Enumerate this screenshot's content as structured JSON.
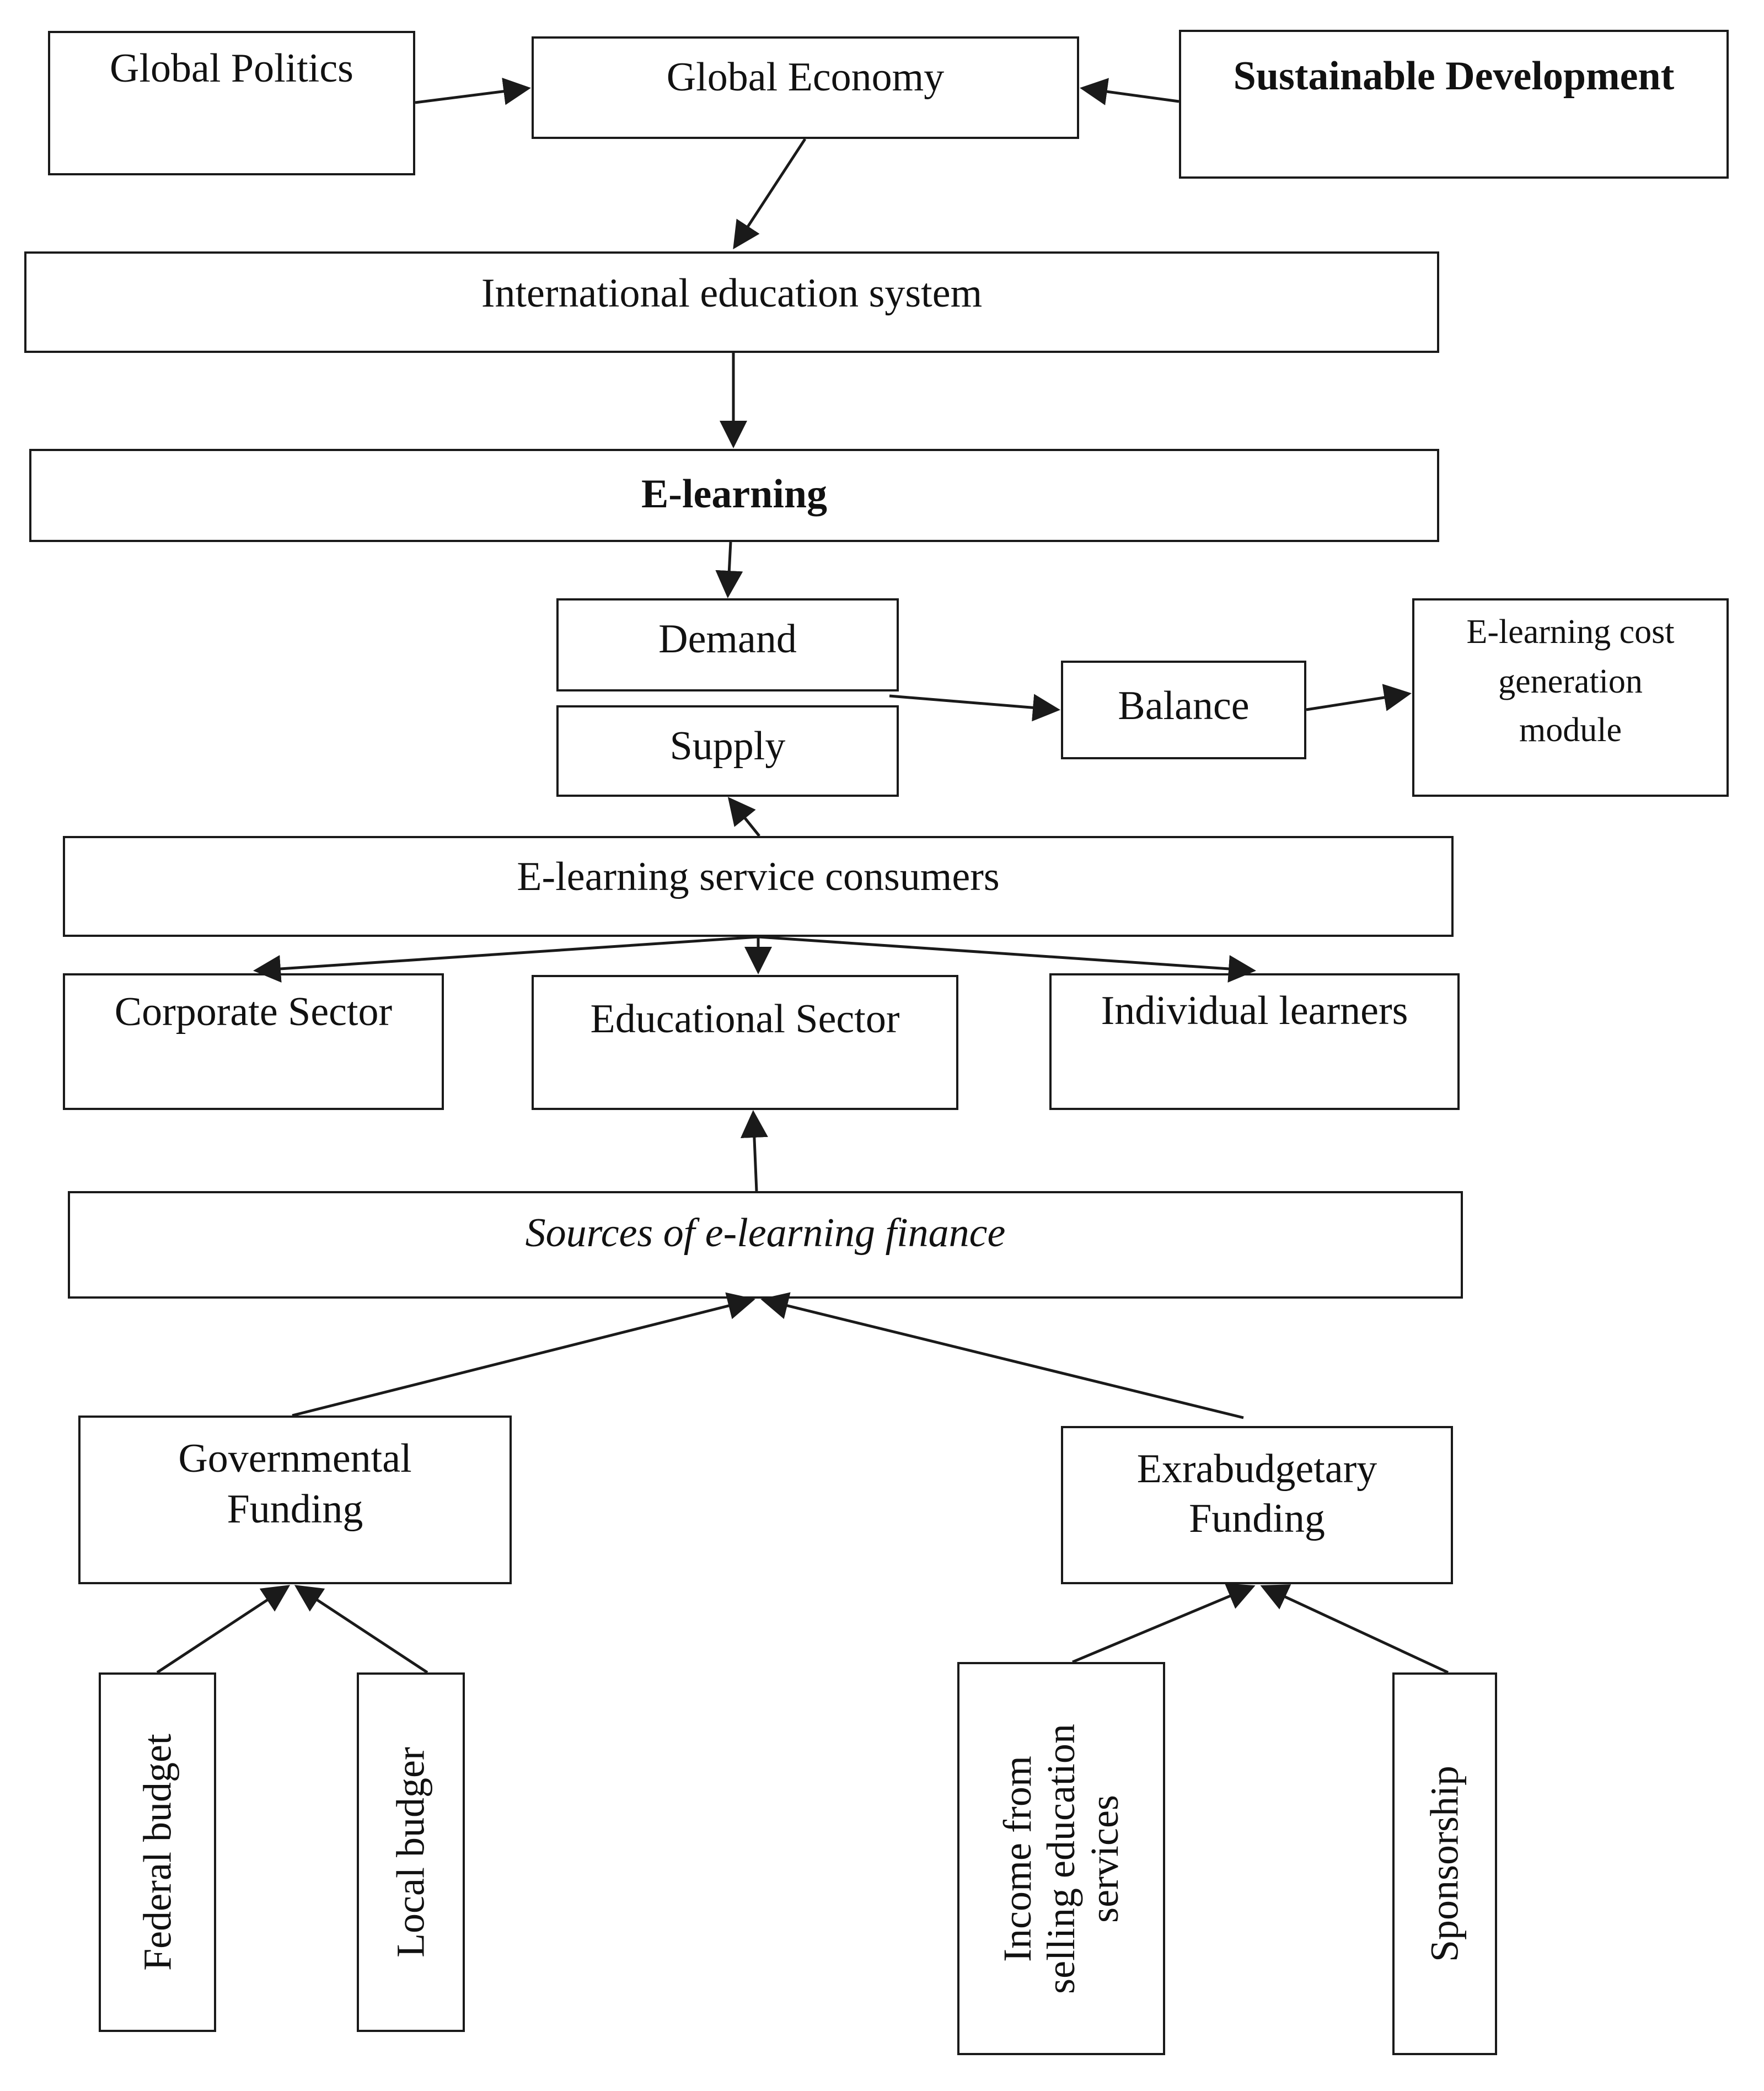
{
  "top": {
    "global_politics": "Global Politics",
    "global_economy": "Global Economy",
    "sustainable_development": "Sustainable Development"
  },
  "international_education_system": "International education system",
  "e_learning": "E-learning",
  "market": {
    "demand": "Demand",
    "supply": "Supply",
    "balance": "Balance",
    "cost_module_line1": "E-learning cost",
    "cost_module_line2": "generation",
    "cost_module_line3": "module"
  },
  "consumers": {
    "title": "E-learning service consumers",
    "corporate": "Corporate Sector",
    "educational": "Educational Sector",
    "individual": "Individual learners"
  },
  "finance": {
    "title": "Sources of e-learning finance",
    "governmental_line1": "Governmental",
    "governmental_line2": "Funding",
    "extrabudgetary_line1": "Exrabudgetary",
    "extrabudgetary_line2": "Funding",
    "federal_budget": "Federal budget",
    "local_budget": "Local budger",
    "income_line1": "Income from",
    "income_line2": "selling education",
    "income_line3": "services",
    "sponsorship": "Sponsorship"
  }
}
